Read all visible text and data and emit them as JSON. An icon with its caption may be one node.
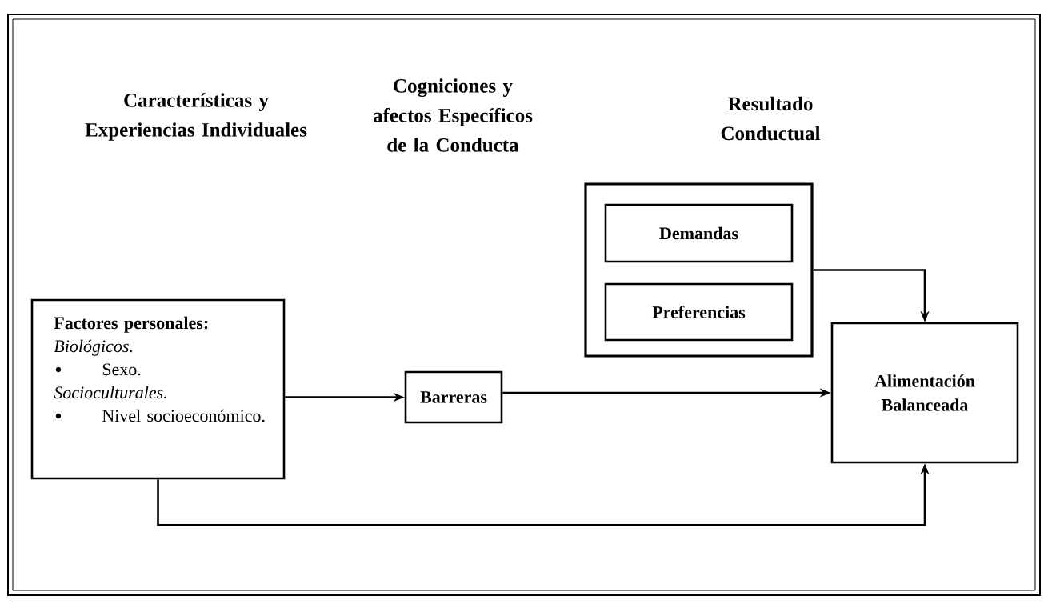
{
  "diagram": {
    "nodes": [
      {
        "text": [
          "Factores personales:",
          "Biológicos.",
          "Sexo.",
          "Socioculturales.",
          "Nivel socioeconómico."
        ]
      },
      {
        "text": [
          "Barreras"
        ]
      },
      {
        "text": [],
        "shape": "box"
      },
      {
        "text": [
          "Demandas"
        ],
        "in": 2
      },
      {
        "text": [
          "Preferencias"
        ],
        "in": 2
      },
      {
        "text": [
          "Alimentación Balanceada"
        ]
      }
    ],
    "edges": [
      {
        "from": 0,
        "to": 1,
        "arrow": "to"
      },
      {
        "from": 1,
        "to": 5,
        "arrow": "to"
      },
      {
        "from": 2,
        "to": 5,
        "arrow": "to"
      },
      {
        "from": 0,
        "to": 5,
        "arrow": "to"
      }
    ],
    "labels": [
      "Características y Experiencias Individuales",
      "Cogniciones y afectos Específicos de la Conducta",
      "Resultado Conductual"
    ]
  }
}
